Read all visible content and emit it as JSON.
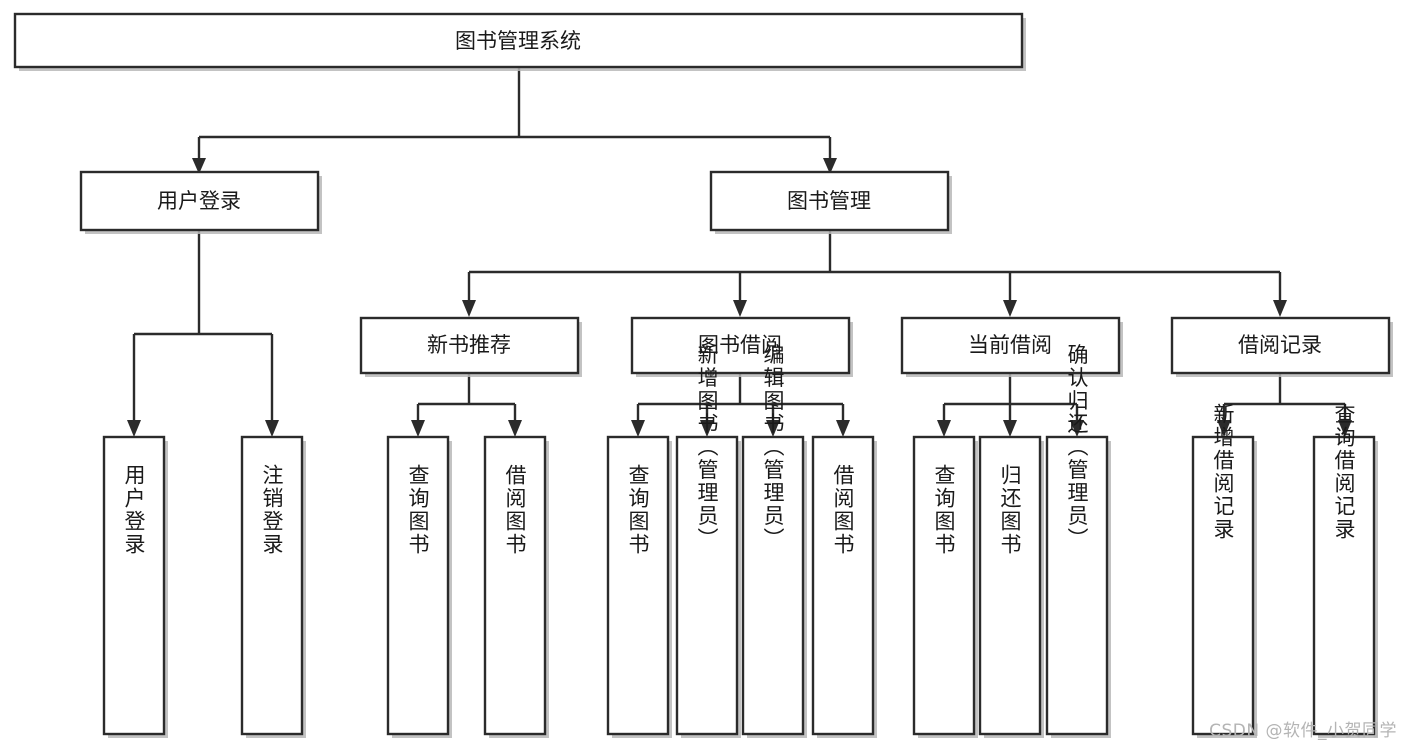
{
  "diagram": {
    "type": "tree-hierarchy-chart",
    "title": "图书管理系统",
    "watermark": "CSDN @软件_小贺同学",
    "colors": {
      "box_stroke": "#2b2b2b",
      "box_fill": "#ffffff",
      "connector": "#2b2b2b",
      "background": "#ffffff",
      "watermark": "#b4b4b4"
    },
    "levels": [
      {
        "level": 1,
        "nodes": [
          {
            "id": "root",
            "label": "图书管理系统",
            "orientation": "horizontal"
          }
        ]
      },
      {
        "level": 2,
        "nodes": [
          {
            "id": "user-login",
            "label": "用户登录",
            "orientation": "horizontal",
            "parent": "root"
          },
          {
            "id": "book-manage",
            "label": "图书管理",
            "orientation": "horizontal",
            "parent": "root"
          }
        ]
      },
      {
        "level": 3,
        "nodes": [
          {
            "id": "new-book-recommend",
            "label": "新书推荐",
            "orientation": "horizontal",
            "parent": "book-manage"
          },
          {
            "id": "book-borrow",
            "label": "图书借阅",
            "orientation": "horizontal",
            "parent": "book-manage"
          },
          {
            "id": "current-borrow",
            "label": "当前借阅",
            "orientation": "horizontal",
            "parent": "book-manage"
          },
          {
            "id": "borrow-record",
            "label": "借阅记录",
            "orientation": "horizontal",
            "parent": "book-manage"
          }
        ]
      },
      {
        "level": 4,
        "nodes": [
          {
            "id": "leaf-user-login",
            "label": "用户登录",
            "orientation": "vertical",
            "parent": "user-login"
          },
          {
            "id": "leaf-logout-login",
            "label": "注销登录",
            "orientation": "vertical",
            "parent": "user-login"
          },
          {
            "id": "leaf-query-book-1",
            "label": "查询图书",
            "orientation": "vertical",
            "parent": "new-book-recommend"
          },
          {
            "id": "leaf-borrow-book-1",
            "label": "借阅图书",
            "orientation": "vertical",
            "parent": "new-book-recommend"
          },
          {
            "id": "leaf-query-book-2",
            "label": "查询图书",
            "orientation": "vertical",
            "parent": "book-borrow"
          },
          {
            "id": "leaf-add-book",
            "label": "新增图书（管理员）",
            "orientation": "vertical",
            "parent": "book-borrow"
          },
          {
            "id": "leaf-edit-book",
            "label": "编辑图书（管理员）",
            "orientation": "vertical",
            "parent": "book-borrow"
          },
          {
            "id": "leaf-borrow-book-2",
            "label": "借阅图书",
            "orientation": "vertical",
            "parent": "book-borrow"
          },
          {
            "id": "leaf-query-book-3",
            "label": "查询图书",
            "orientation": "vertical",
            "parent": "current-borrow"
          },
          {
            "id": "leaf-return-book",
            "label": "归还图书",
            "orientation": "vertical",
            "parent": "current-borrow"
          },
          {
            "id": "leaf-confirm-return",
            "label": "确认归还（管理员）",
            "orientation": "vertical",
            "parent": "current-borrow"
          },
          {
            "id": "leaf-add-record",
            "label": "新增借阅记录",
            "orientation": "vertical",
            "parent": "borrow-record"
          },
          {
            "id": "leaf-query-record",
            "label": "查询借阅记录",
            "orientation": "vertical",
            "parent": "borrow-record"
          }
        ]
      }
    ]
  }
}
